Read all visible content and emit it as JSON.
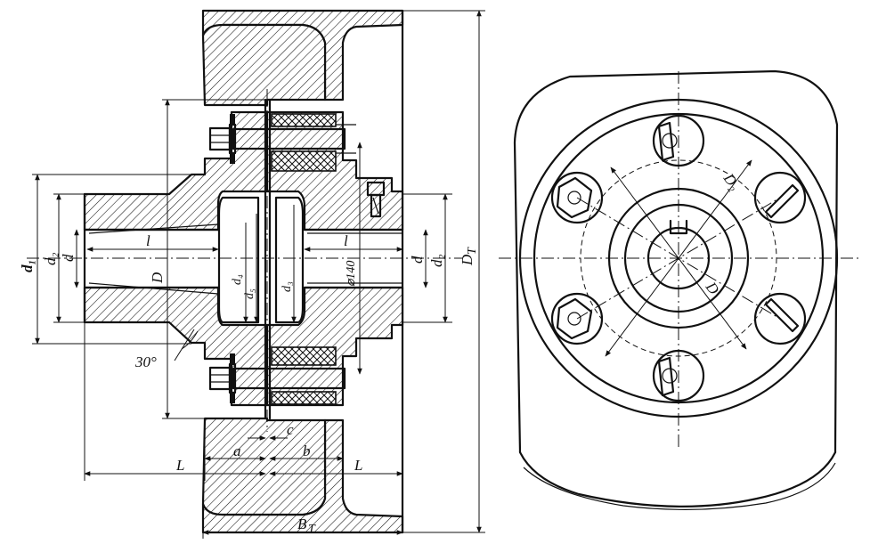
{
  "labels": {
    "L": "L",
    "l": "l",
    "a": "a",
    "b": "b",
    "c": "c",
    "D": "D",
    "d": "d",
    "d1": "d₁",
    "d2": "d₂",
    "d3": "d₃",
    "d4": "d₄",
    "d5": "d₅",
    "dia140": "⌀140",
    "DT": "D",
    "DT_sub": "T",
    "BT": "B",
    "BT_sub": "T",
    "D2": "D₂",
    "angle30": "30°"
  }
}
